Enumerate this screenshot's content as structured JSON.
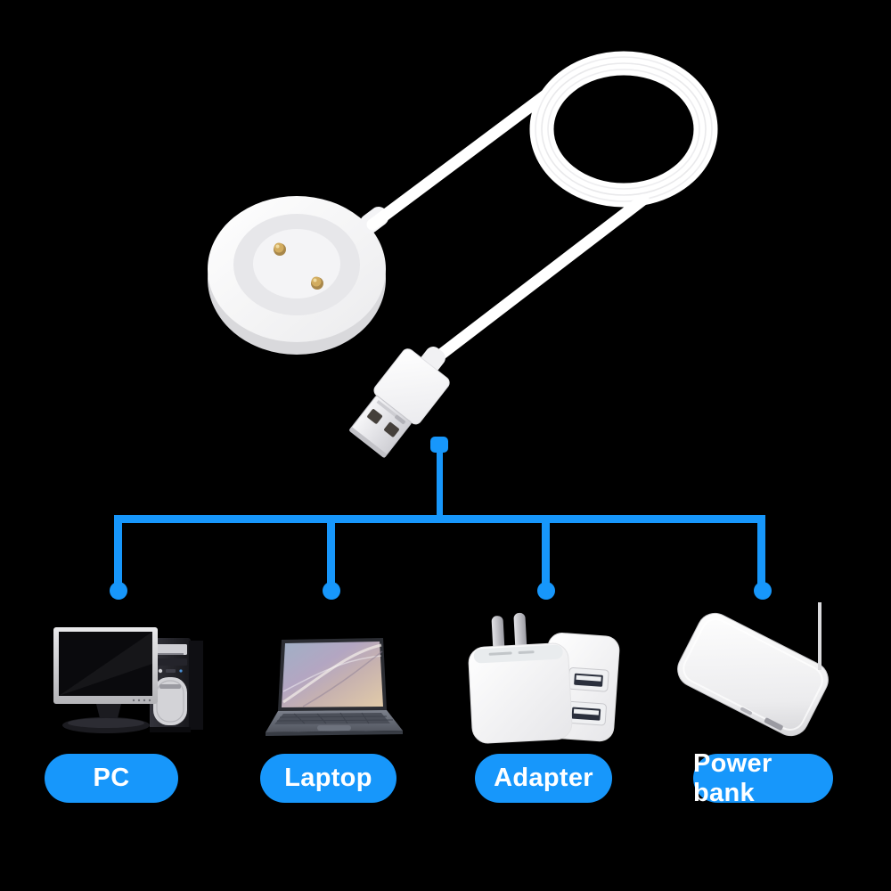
{
  "colors": {
    "background": "#000000",
    "accent": "#1797fb",
    "label_text": "#ffffff",
    "cable_white": "#ffffff",
    "pogo_pin_gold": "#c9a355"
  },
  "product": {
    "illustration_parts": [
      "charging-dock",
      "coiled-usb-cable",
      "usb-a-plug"
    ]
  },
  "diagram": {
    "source_icon": "usb-a-plug",
    "targets": [
      {
        "label": "PC",
        "icon": "desktop-pc-icon"
      },
      {
        "label": "Laptop",
        "icon": "laptop-icon"
      },
      {
        "label": "Adapter",
        "icon": "power-adapter-icon"
      },
      {
        "label": "Power bank",
        "icon": "power-bank-icon"
      }
    ]
  }
}
